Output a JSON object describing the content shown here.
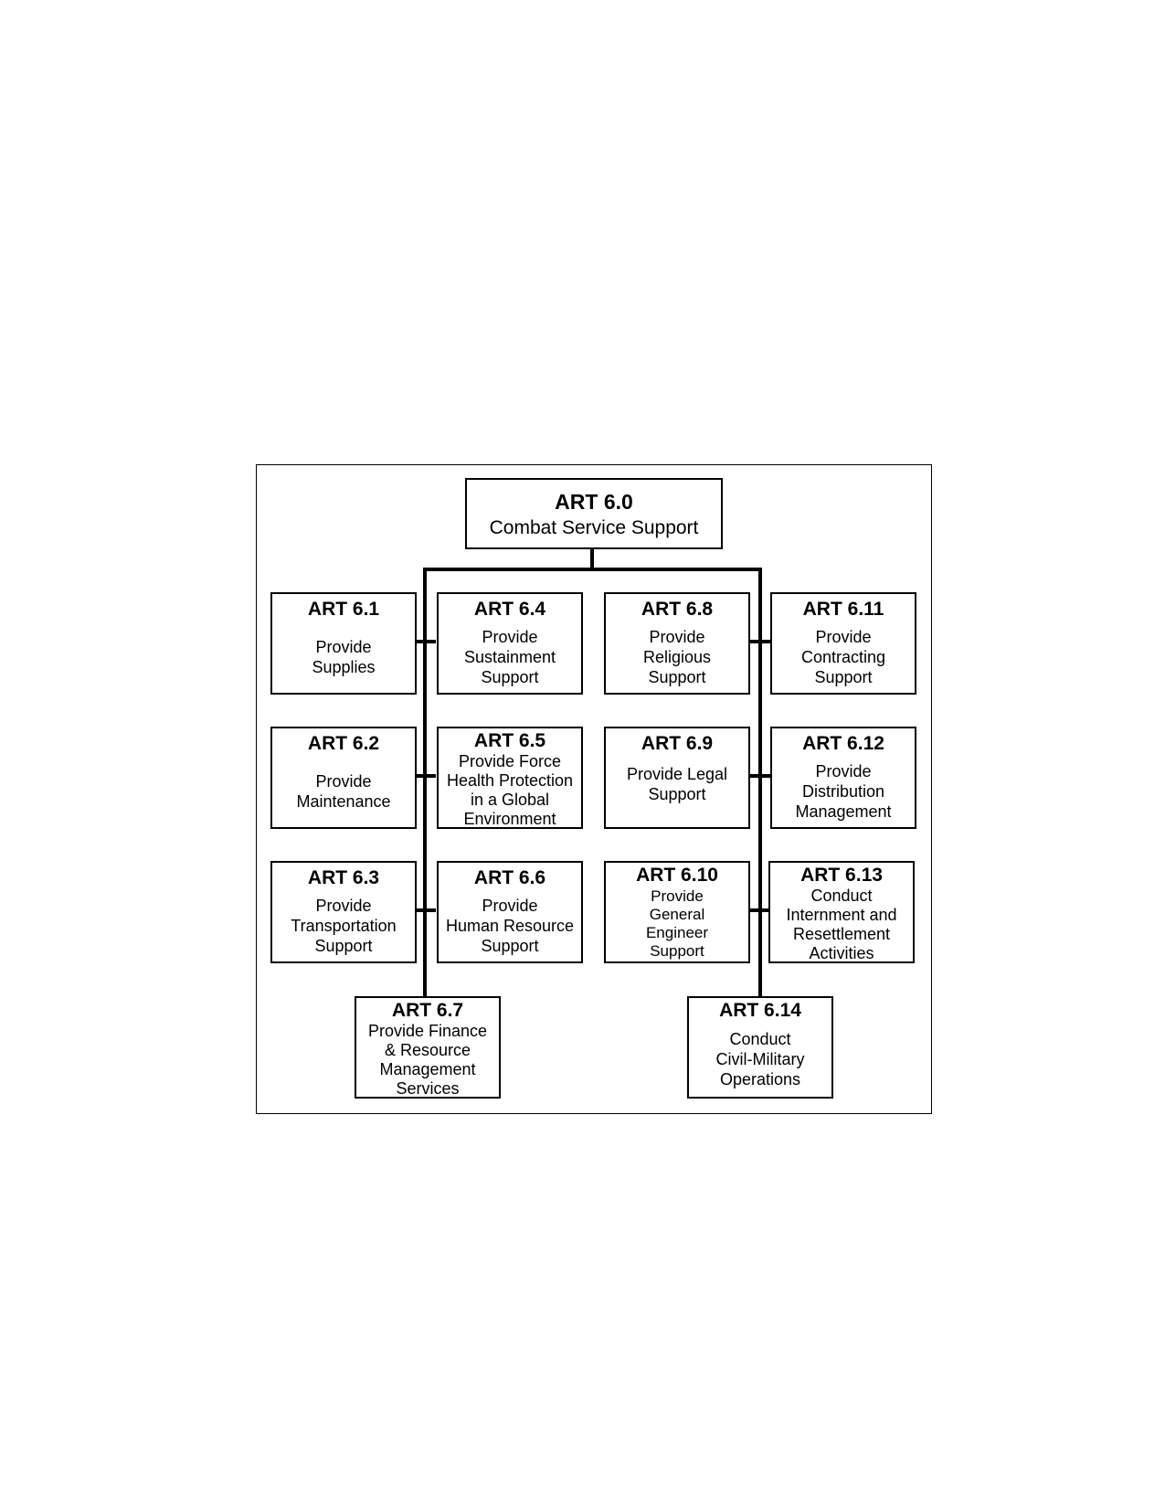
{
  "root": {
    "code": "ART 6.0",
    "label": "Combat Service Support"
  },
  "tasks": [
    {
      "code": "ART 6.1",
      "label": "Provide\nSupplies"
    },
    {
      "code": "ART 6.2",
      "label": "Provide\nMaintenance"
    },
    {
      "code": "ART 6.3",
      "label": "Provide\nTransportation\nSupport"
    },
    {
      "code": "ART 6.4",
      "label": "Provide\nSustainment\nSupport"
    },
    {
      "code": "ART 6.5",
      "label": "Provide Force\nHealth Protection\nin a Global\nEnvironment"
    },
    {
      "code": "ART 6.6",
      "label": "Provide\nHuman Resource\nSupport"
    },
    {
      "code": "ART 6.7",
      "label": "Provide Finance\n& Resource\nManagement\nServices"
    },
    {
      "code": "ART 6.8",
      "label": "Provide\nReligious\nSupport"
    },
    {
      "code": "ART 6.9",
      "label": "Provide Legal\nSupport"
    },
    {
      "code": "ART 6.10",
      "label": "Provide\nGeneral\nEngineer\nSupport"
    },
    {
      "code": "ART 6.11",
      "label": "Provide\nContracting\nSupport"
    },
    {
      "code": "ART 6.12",
      "label": "Provide\nDistribution\nManagement"
    },
    {
      "code": "ART 6.13",
      "label": "Conduct\nInternment and\nResettlement\nActivities"
    },
    {
      "code": "ART 6.14",
      "label": "Conduct\nCivil-Military\nOperations"
    }
  ]
}
